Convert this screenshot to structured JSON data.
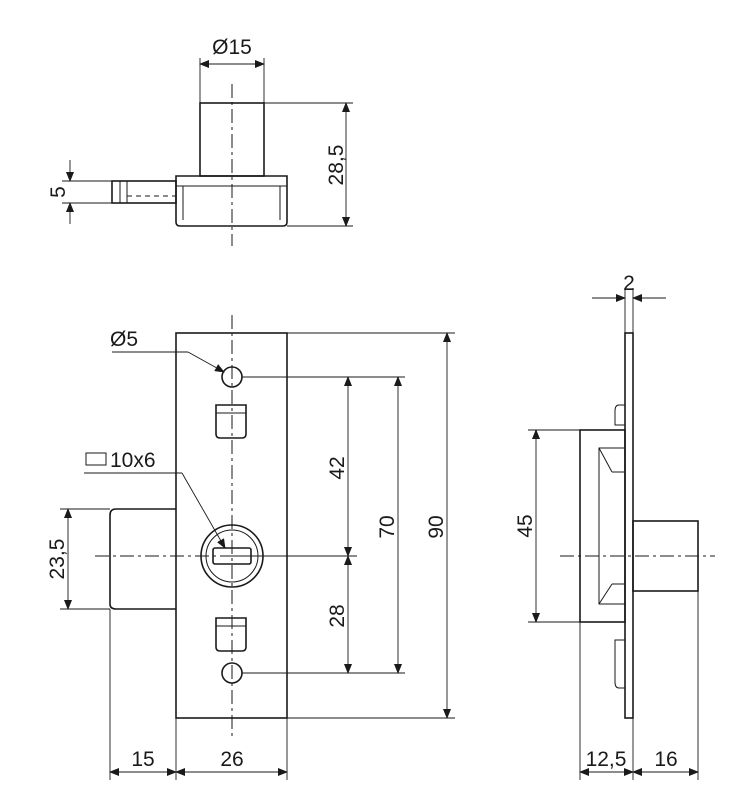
{
  "dimensions": {
    "top_diameter": "Ø15",
    "top_height": "28,5",
    "top_bolt": "5",
    "hole_diameter": "Ø5",
    "slot_size": "10x6",
    "bolt_height": "23,5",
    "hole_to_center": "42",
    "center_to_hole": "28",
    "hole_spacing": "70",
    "plate_height": "90",
    "bolt_projection": "15",
    "plate_width": "26",
    "plate_thickness": "2",
    "body_height": "45",
    "body_depth": "12,5",
    "knob_length": "16"
  }
}
